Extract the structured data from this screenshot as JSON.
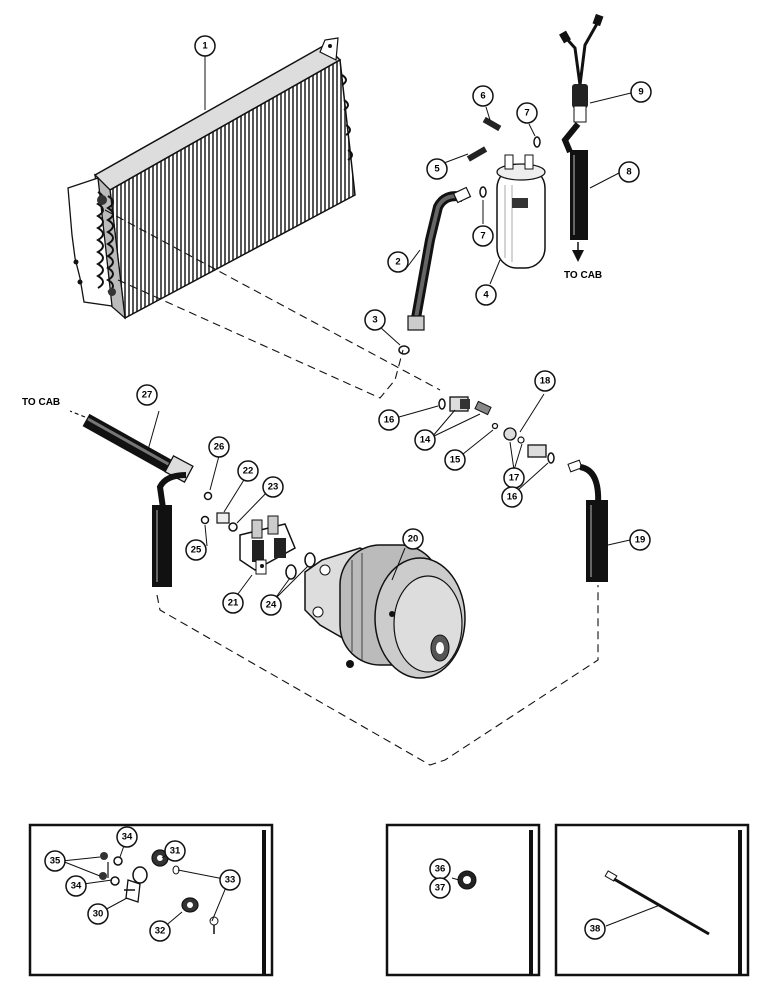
{
  "callouts": {
    "c1": "1",
    "c2": "2",
    "c3": "3",
    "c4": "4",
    "c5": "5",
    "c6": "6",
    "c7a": "7",
    "c7b": "7",
    "c8": "8",
    "c9": "9",
    "c14": "14",
    "c15": "15",
    "c16a": "16",
    "c16b": "16",
    "c17": "17",
    "c18": "18",
    "c19": "19",
    "c20": "20",
    "c21": "21",
    "c22": "22",
    "c23": "23",
    "c24": "24",
    "c25": "25",
    "c26": "26",
    "c27": "27",
    "c30": "30",
    "c31": "31",
    "c32": "32",
    "c33": "33",
    "c34a": "34",
    "c34b": "34",
    "c35": "35",
    "c36": "36",
    "c37": "37",
    "c38": "38"
  },
  "labels": {
    "to_cab_right": "TO CAB",
    "to_cab_left": "TO CAB"
  }
}
